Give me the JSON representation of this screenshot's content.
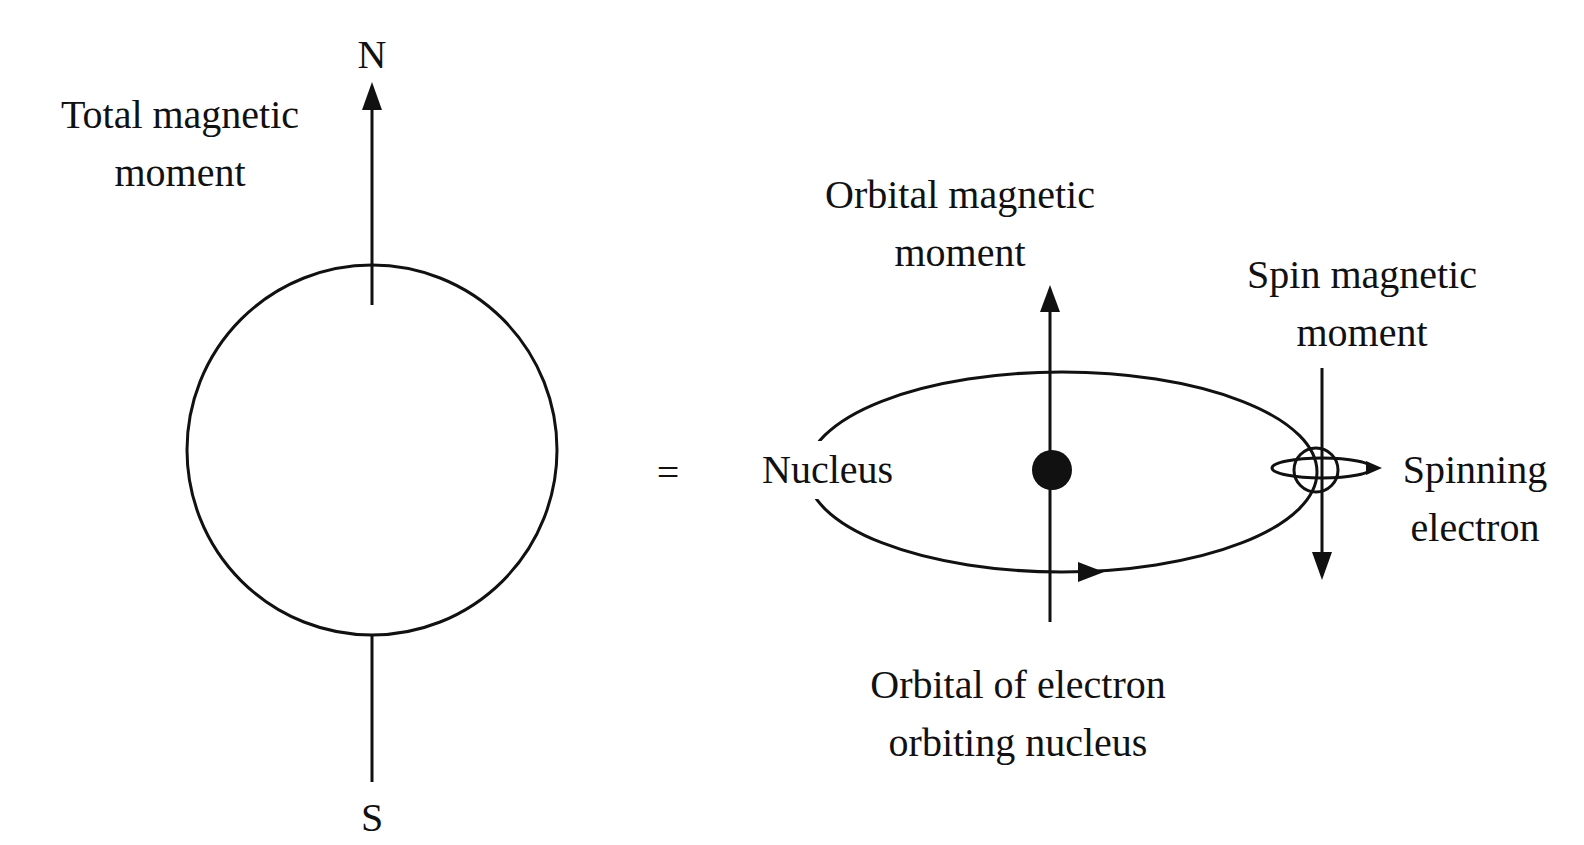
{
  "diagram": {
    "labels": [
      "N",
      "Total magnetic moment",
      "S",
      "=",
      "Orbital magnetic moment",
      "Spin magnetic moment",
      "Nucleus",
      "Spinning electron",
      "Orbital of electron orbiting nucleus"
    ]
  }
}
